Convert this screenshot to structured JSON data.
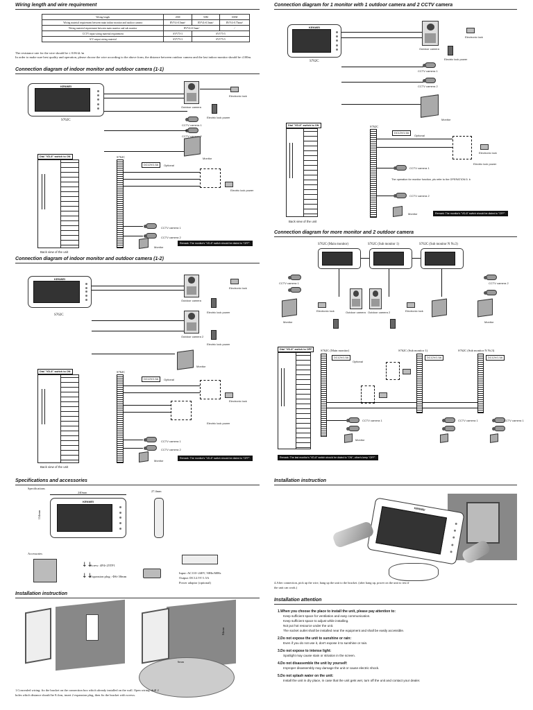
{
  "sections": {
    "wiring_length": "Wiring length and wire requirement",
    "diag_1_1": "Connection diagram of indoor monitor and outdoor camera (1-1)",
    "diag_1_2": "Connection diagram of indoor monitor and outdoor camera (1-2)",
    "diag_cctv": "Connection diagram for 1 monitor with 1 outdoor camera and 2 CCTV camera",
    "diag_multi": "Connection diagram for more monitor and 2 outdoor camera",
    "specs": "Specifications and accessories",
    "install_left": "Installation instruction",
    "install_right": "Installation instruction",
    "attention": "Installation attention"
  },
  "wiring_table": {
    "header": [
      "Wiring length",
      "25M",
      "50M",
      "100M"
    ],
    "rows": [
      [
        "Wiring material requirement between main indoor monitor and outdoor camera",
        "RVV4×0.5mm²",
        "RVV4×0.5mm²",
        "RVV4×0.75mm²"
      ],
      [
        "Wiring material requirement between main monitor and sub monitor",
        "RVV4×0.5mm²",
        "",
        "/"
      ],
      [
        "CCTV input wiring material requirement",
        "SYV75-3",
        "SYV75-5",
        ""
      ],
      [
        "A/V output wiring material",
        "SYV75-3",
        "SYV75-5",
        ""
      ]
    ]
  },
  "wiring_notes": [
    "The resistance rate for the wire should be ≤ 0.06 Ω /m",
    "In order to make sure best quality and operation, please choose the wire according to the above form, the distance between outdoor camera and the last indoor monitor should be ≤100m."
  ],
  "labels": {
    "model": "S762C",
    "brand": "KENWEI",
    "outdoor_camera": "Outdoor camera",
    "outdoor_camera_2": "Outdoor camera 2",
    "electric_lock": "Electronic lock",
    "electric_lock_power": "Electric lock power",
    "cctv1": "CCTV camera 1",
    "cctv2": "CCTV camera 2",
    "monitor": "Monitor",
    "back_view": "Back view of the unit",
    "dial_on": "Dial \"VD-8\" switch to ON",
    "dial_off": "Dial \"VD-8\" switch to OFF",
    "optional": "Optional",
    "dc_power": "DC12V/1.5A",
    "remark_off": "Remark: The monitor's \"VD-8\" switch should be dialed to \"OFF\".",
    "remark_on": "Remark: The monitor's \"VD-8\" switch should be dialed to \"ON\".",
    "remark_multi": "Remark: The last monitor's \"VD-8\" switch should be dialed to \"ON\", other's keep \"OFF\".",
    "operation_note": "The operation for monitor function, pls refer to the OPERATION 5. b",
    "main_monitor": "S762C (Main monitor)",
    "sub_monitor_1": "S762C (Sub monitor 1)",
    "sub_monitor_n": "S762C (Sub monitor N N≤3)"
  },
  "specs": {
    "heading": "Specifications",
    "width": "240mm",
    "height": "154mm",
    "depth": "27.4mm",
    "accessories": "Accessories",
    "screw": "Screw: 4P4×25TP1",
    "plug": "Expansion plug : Φ6×30mm",
    "input": "Input: AC110~240V, 50Hz/60Hz",
    "output": "Output: DC12.5V/1.5A",
    "adapter": "Power adaptor (optional)"
  },
  "install_left": {
    "dim1": "84mm",
    "dim2": "6mm",
    "step1": "1.Concealed wiring: fix the bracket on the connection box which already installed on the wall. Open wiring: drill 2 holes which distance should be 8.4cm, insert 2 expansion plug, then fix the bracket with screws."
  },
  "install_right": {
    "step4": "4.After connection, pick up the wire, hang up the unit to the bracket. (after hang up, power on the unit to test if the unit can work.)"
  },
  "attention": [
    {
      "h": "1.When you choose the place to install the unit, please pay attention to:",
      "p": [
        "Keep sufficient space for ventilation and easy communication.",
        "Keep sufficient space to adjust while installing.",
        "Not put hot resource under the unit.",
        "The socket outlet shall be installed near the equipment and shall be easily accessible."
      ]
    },
    {
      "h": "2.Do not expose the unit to sunshine or rain:",
      "p": [
        "Even if you do not use it, don't expose it to sunshine or rain."
      ]
    },
    {
      "h": "3.Do not expose to intense light:",
      "p": [
        "Spotlight may cause stain or striation in the screen."
      ]
    },
    {
      "h": "4.Do not disassemble the unit by yourself:",
      "p": [
        "Improper disassembly may damage the unit or cause electric shock."
      ]
    },
    {
      "h": "5.Do not splash water on the unit:",
      "p": [
        "Install the unit in dry place, in case that the unit gets wet, turn off the unit and contact your dealer."
      ]
    }
  ]
}
